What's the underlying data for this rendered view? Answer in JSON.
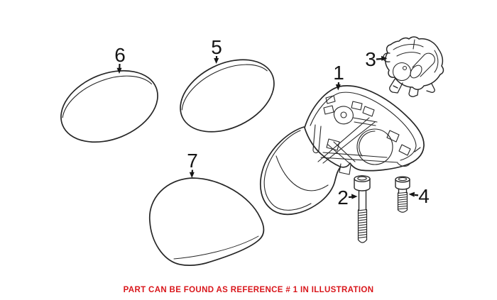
{
  "figure": {
    "background": "#ffffff",
    "line_color": "#262626",
    "label_color": "#161616",
    "caption": "PART CAN BE FOUND AS REFERENCE # 1 IN ILLUSTRATION",
    "caption_color": "#d9161b"
  },
  "callouts": {
    "ref1": "1",
    "ref2": "2",
    "ref3": "3",
    "ref4": "4",
    "ref5": "5",
    "ref6": "6",
    "ref7": "7"
  }
}
